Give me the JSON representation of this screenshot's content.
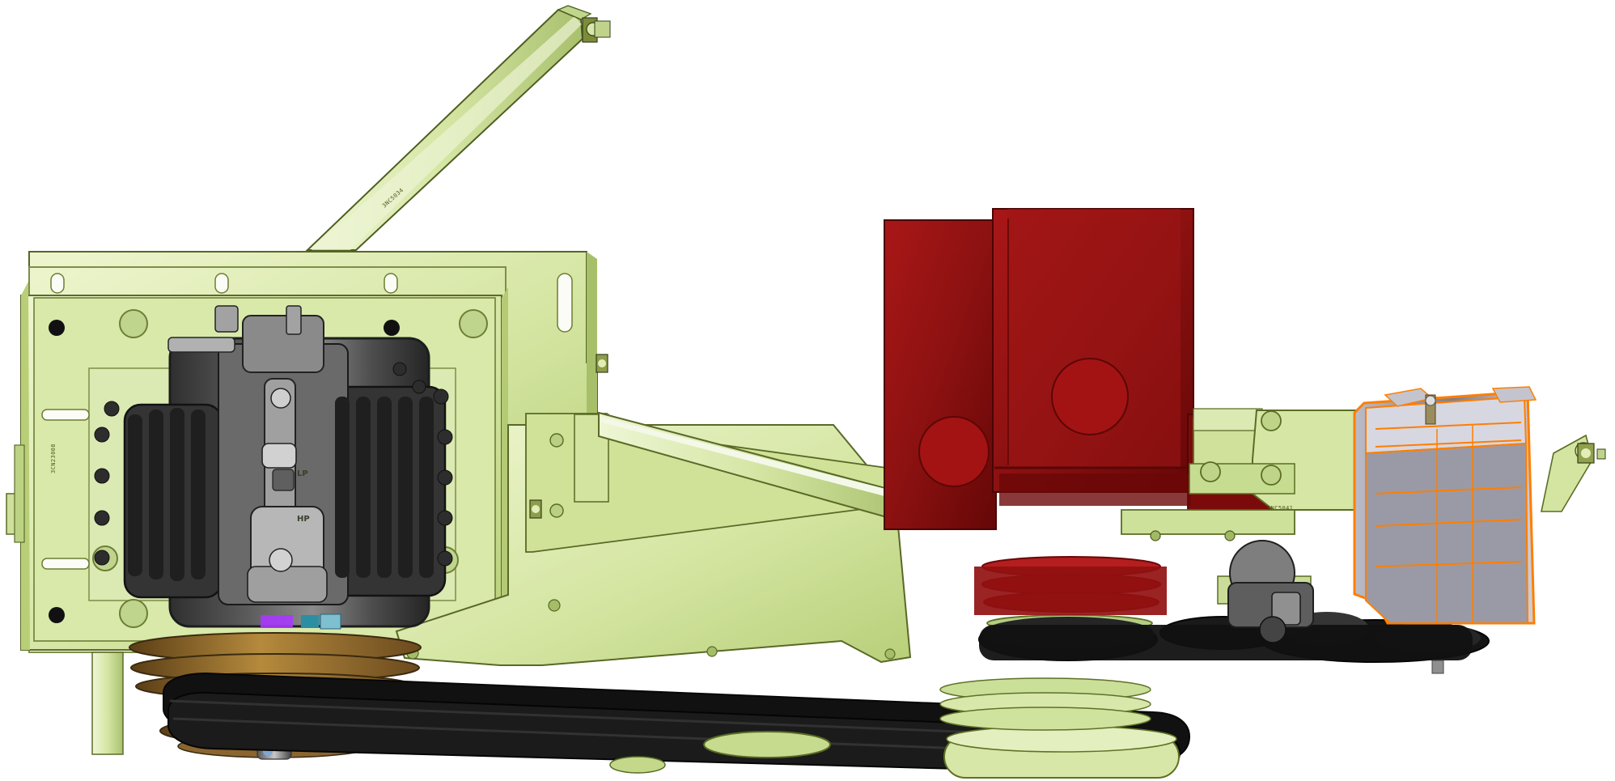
{
  "scene": {
    "type": "3d-render",
    "subject": "belt-driven compressor assembly",
    "colors": {
      "background": "#ffffff",
      "bracket": "#d8e8a8",
      "bracket_shade": "#a7bf6d",
      "outline": "#4d5c1f",
      "compressor_dark": "#373737",
      "compressor_mid": "#5d5d5d",
      "compressor_light": "#a1a1a1",
      "red_housing": "#8f1010",
      "red_shadow": "#5f0909",
      "belt": "#101010",
      "bronze_pulley": "#8e6b2a",
      "orange_outline": "#ff7e00",
      "purple_part": "#aa38ff",
      "cyan_part": "#2c8ea3"
    },
    "labels": {
      "low_pressure": "LP",
      "high_pressure": "HP"
    }
  }
}
